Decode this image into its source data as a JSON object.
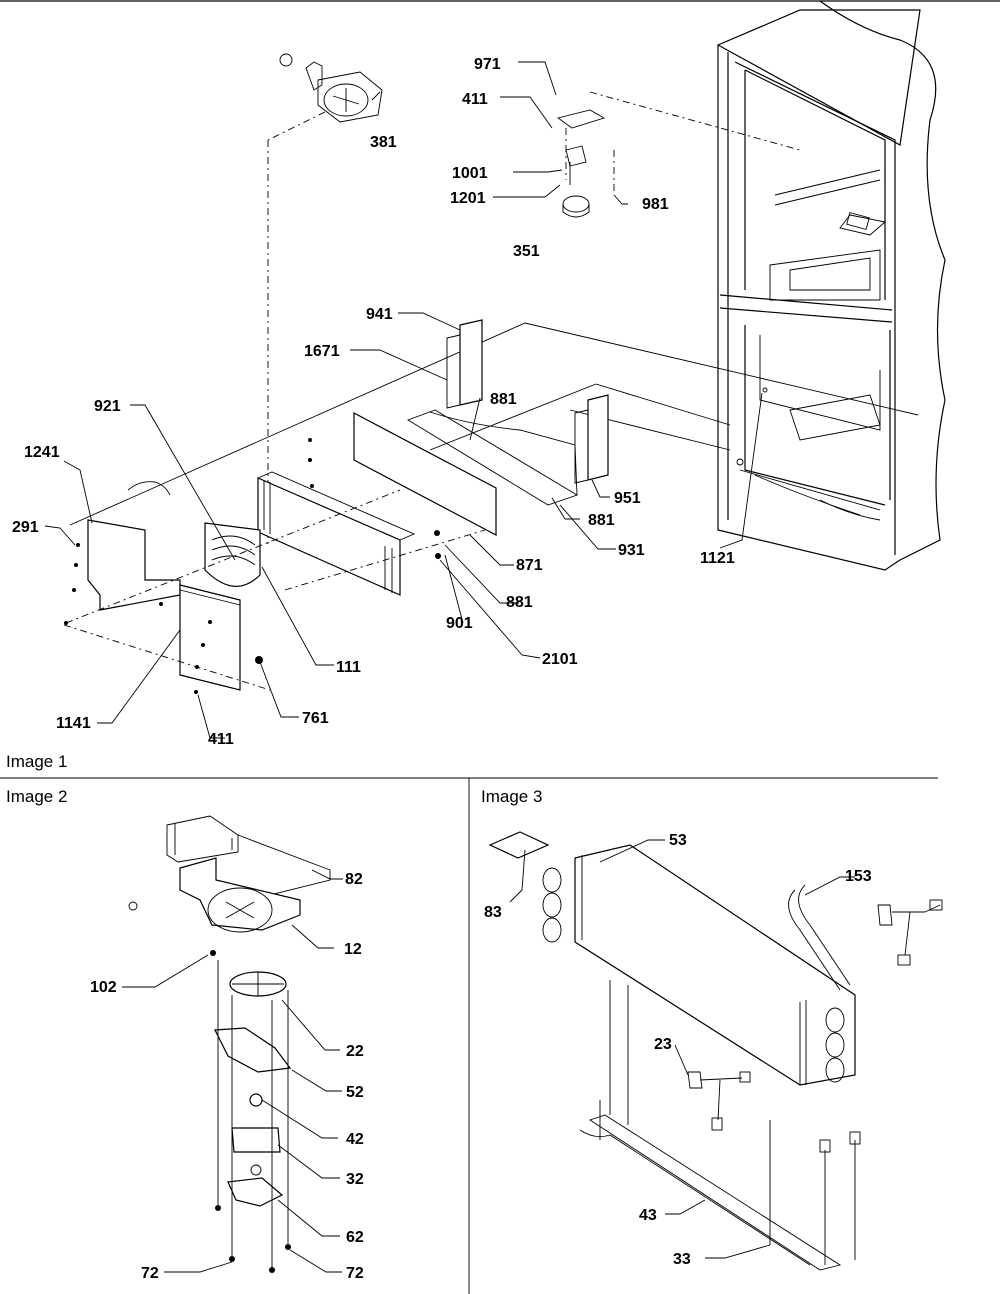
{
  "panels": {
    "image1": {
      "title": "Image 1"
    },
    "image2": {
      "title": "Image 2"
    },
    "image3": {
      "title": "Image 3"
    }
  },
  "callouts": {
    "image1": [
      "381",
      "971",
      "411",
      "1001",
      "1201",
      "981",
      "351",
      "941",
      "1671",
      "881",
      "921",
      "1241",
      "291",
      "951",
      "881",
      "931",
      "1121",
      "871",
      "881",
      "901",
      "2101",
      "111",
      "761",
      "1141",
      "411"
    ],
    "image2": [
      "82",
      "12",
      "102",
      "22",
      "52",
      "42",
      "32",
      "62",
      "72",
      "72"
    ],
    "image3": [
      "53",
      "83",
      "153",
      "23",
      "43",
      "33"
    ]
  }
}
